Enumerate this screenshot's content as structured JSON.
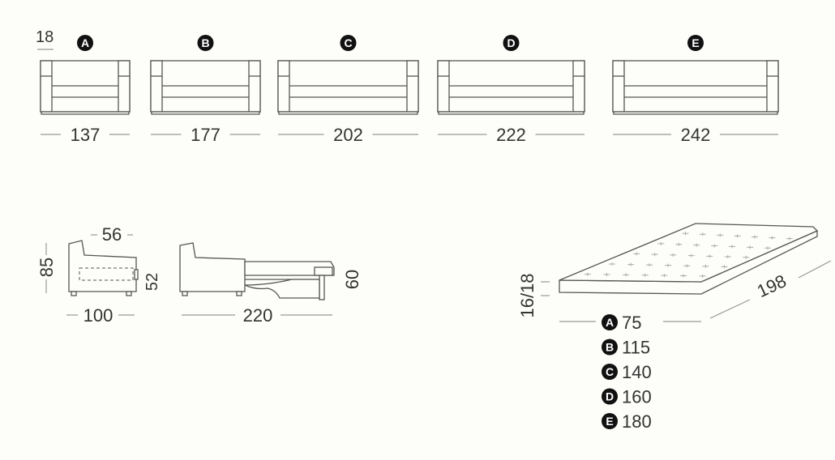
{
  "title_hint": "",
  "armrest_width": "18",
  "models": [
    {
      "letter": "A",
      "width": "137"
    },
    {
      "letter": "B",
      "width": "177"
    },
    {
      "letter": "C",
      "width": "202"
    },
    {
      "letter": "D",
      "width": "222"
    },
    {
      "letter": "E",
      "width": "242"
    }
  ],
  "side_view": {
    "seat_depth": "56",
    "height": "85",
    "seat_height": "52",
    "depth": "100"
  },
  "open_view": {
    "length": "220",
    "bed_height": "60"
  },
  "mattress": {
    "thickness": "16/18",
    "length": "198",
    "widths": [
      {
        "letter": "A",
        "width": "75"
      },
      {
        "letter": "B",
        "width": "115"
      },
      {
        "letter": "C",
        "width": "140"
      },
      {
        "letter": "D",
        "width": "160"
      },
      {
        "letter": "E",
        "width": "180"
      }
    ]
  }
}
